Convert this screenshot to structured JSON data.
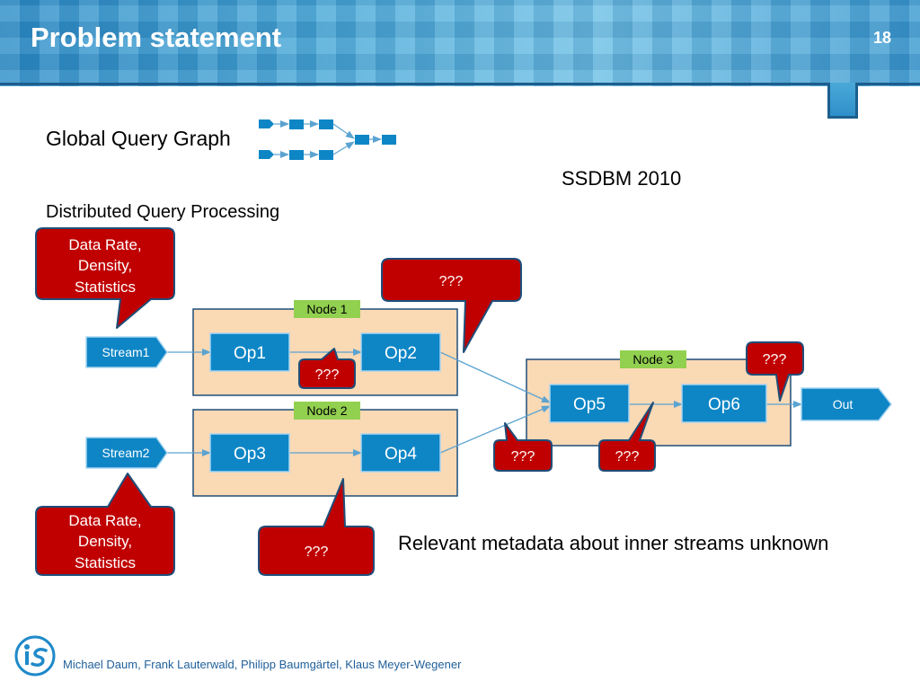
{
  "slide": {
    "title": "Problem statement",
    "number": "18"
  },
  "labels": {
    "global_query_graph": "Global Query Graph",
    "distributed_query_processing": "Distributed Query Processing",
    "conference": "SSDBM 2010",
    "relevant_metadata": "Relevant metadata about inner streams unknown"
  },
  "footer": {
    "authors": "Michael Daum, Frank Lauterwald, Philipp Baumgärtel, Klaus Meyer-Wegener"
  },
  "diagram": {
    "nodes": {
      "node1": "Node 1",
      "node2": "Node 2",
      "node3": "Node 3"
    },
    "streams": {
      "stream1": "Stream1",
      "stream2": "Stream2",
      "out": "Out"
    },
    "operators": {
      "op1": "Op1",
      "op2": "Op2",
      "op3": "Op3",
      "op4": "Op4",
      "op5": "Op5",
      "op6": "Op6"
    },
    "callouts": {
      "stats_top": [
        "Data Rate,",
        "Density,",
        "Statistics"
      ],
      "stats_bottom": [
        "Data Rate,",
        "Density,",
        "Statistics"
      ],
      "unknown": "???"
    }
  },
  "colors": {
    "node_fill": "#fad9b5",
    "node_label": "#92d050",
    "operator_fill": "#0e86c6",
    "callout_fill": "#c00000",
    "callout_border": "#1f4e79",
    "accent": "#1f5f9a"
  }
}
